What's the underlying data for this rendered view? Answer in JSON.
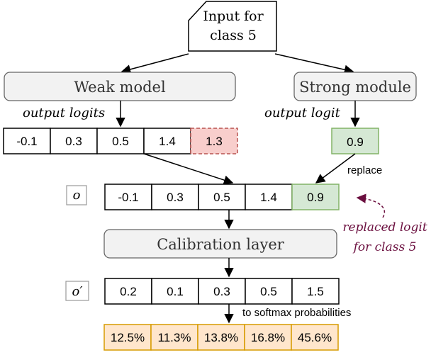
{
  "input_node": {
    "line1": "Input for",
    "line2": "class 5"
  },
  "weak_model": {
    "label": "Weak model",
    "output_label": "output logits"
  },
  "strong_module": {
    "label": "Strong module",
    "output_label": "output logit"
  },
  "weak_logits": [
    "-0.1",
    "0.3",
    "0.5",
    "1.4",
    "1.3"
  ],
  "strong_logit": "0.9",
  "replace_label": "replace",
  "o_label": "o",
  "o_values": [
    "-0.1",
    "0.3",
    "0.5",
    "1.4",
    "0.9"
  ],
  "replaced_note": {
    "line1": "replaced logit",
    "line2": "for class 5"
  },
  "calibration": {
    "label": "Calibration layer"
  },
  "o_prime_label": "o′",
  "o_prime_values": [
    "0.2",
    "0.1",
    "0.3",
    "0.5",
    "1.5"
  ],
  "softmax_label": "to softmax probabilities",
  "probabilities": [
    "12.5%",
    "11.3%",
    "13.8%",
    "16.8%",
    "45.6%"
  ],
  "colors": {
    "box_fill": "#f2f2f2",
    "box_stroke": "#666666",
    "replaced_fill": "#f8cecc",
    "replaced_stroke": "#b85450",
    "green_fill": "#d5e8d4",
    "green_stroke": "#82b366",
    "prob_fill": "#ffe6cc",
    "prob_stroke": "#d79b00",
    "note_color": "#6b0f3f"
  }
}
